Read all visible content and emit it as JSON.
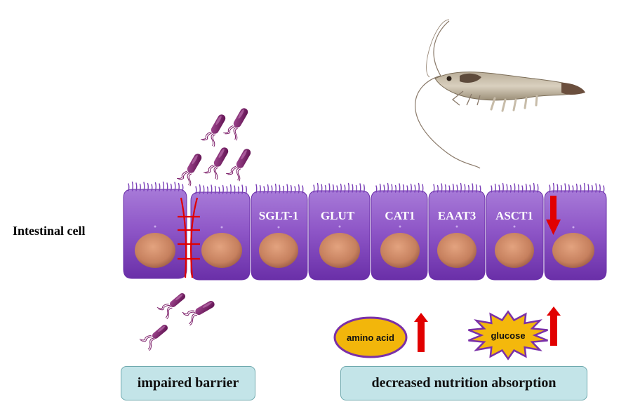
{
  "labels": {
    "side": "Intestinal cell",
    "barrier": "impaired barrier",
    "absorption": "decreased nutrition absorption",
    "amino_acid": "amino acid",
    "glucose": "glucose"
  },
  "transporters": [
    "SGLT-1",
    "GLUT",
    "CAT1",
    "EAAT3",
    "ASCT1"
  ],
  "colors": {
    "cell": "#8e56c7",
    "cell_edge": "#6a2fa8",
    "nucleus": "#d08a68",
    "bacteria": "#7d1f6a",
    "arrow": "#e10000",
    "box_fill": "#c3e4e8",
    "amino_fill": "#f2b60b",
    "glucose_fill": "#f4b80c"
  }
}
